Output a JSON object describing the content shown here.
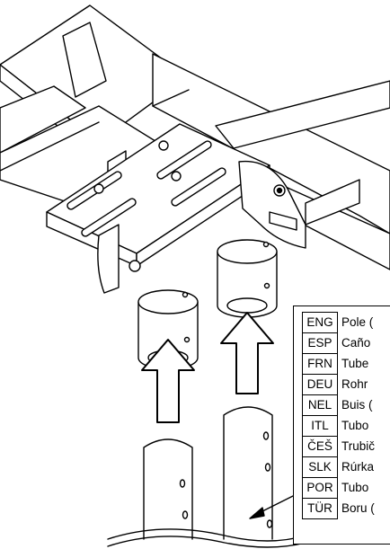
{
  "legend": {
    "rows": [
      {
        "code": "ENG",
        "text": "Pole ("
      },
      {
        "code": "ESP",
        "text": "Caño"
      },
      {
        "code": "FRN",
        "text": "Tube"
      },
      {
        "code": "DEU",
        "text": "Rohr"
      },
      {
        "code": "NEL",
        "text": "Buis ("
      },
      {
        "code": "ITL",
        "text": "Tubo"
      },
      {
        "code": "ČEŠ",
        "text": "Trubič"
      },
      {
        "code": "SLK",
        "text": "Rúrka"
      },
      {
        "code": "POR",
        "text": "Tubo"
      },
      {
        "code": "TÜR",
        "text": "Boru ("
      }
    ]
  },
  "colors": {
    "line": "#000000",
    "fill": "#ffffff"
  }
}
